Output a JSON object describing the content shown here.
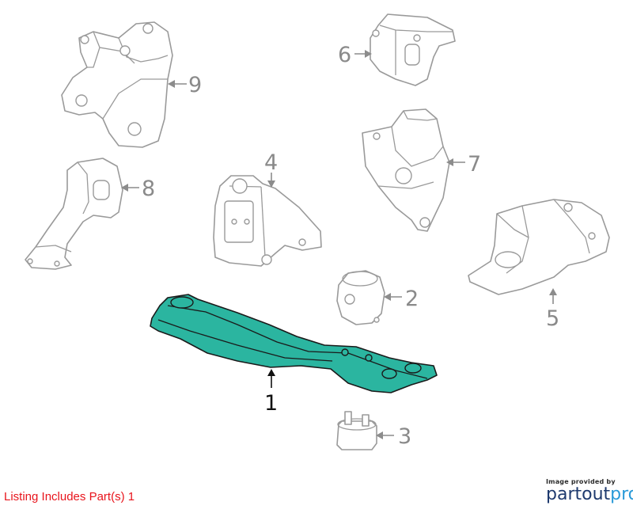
{
  "callouts": {
    "c1": "1",
    "c2": "2",
    "c3": "3",
    "c4": "4",
    "c5": "5",
    "c6": "6",
    "c7": "7",
    "c8": "8",
    "c9": "9"
  },
  "listing_note": "Listing Includes Part(s) 1",
  "credit": {
    "line": "Image provided by",
    "brand_part1": "partout",
    "brand_part2": "pro"
  },
  "highlight_color": "#2bb5a0",
  "line_color": "#9a9a9a"
}
